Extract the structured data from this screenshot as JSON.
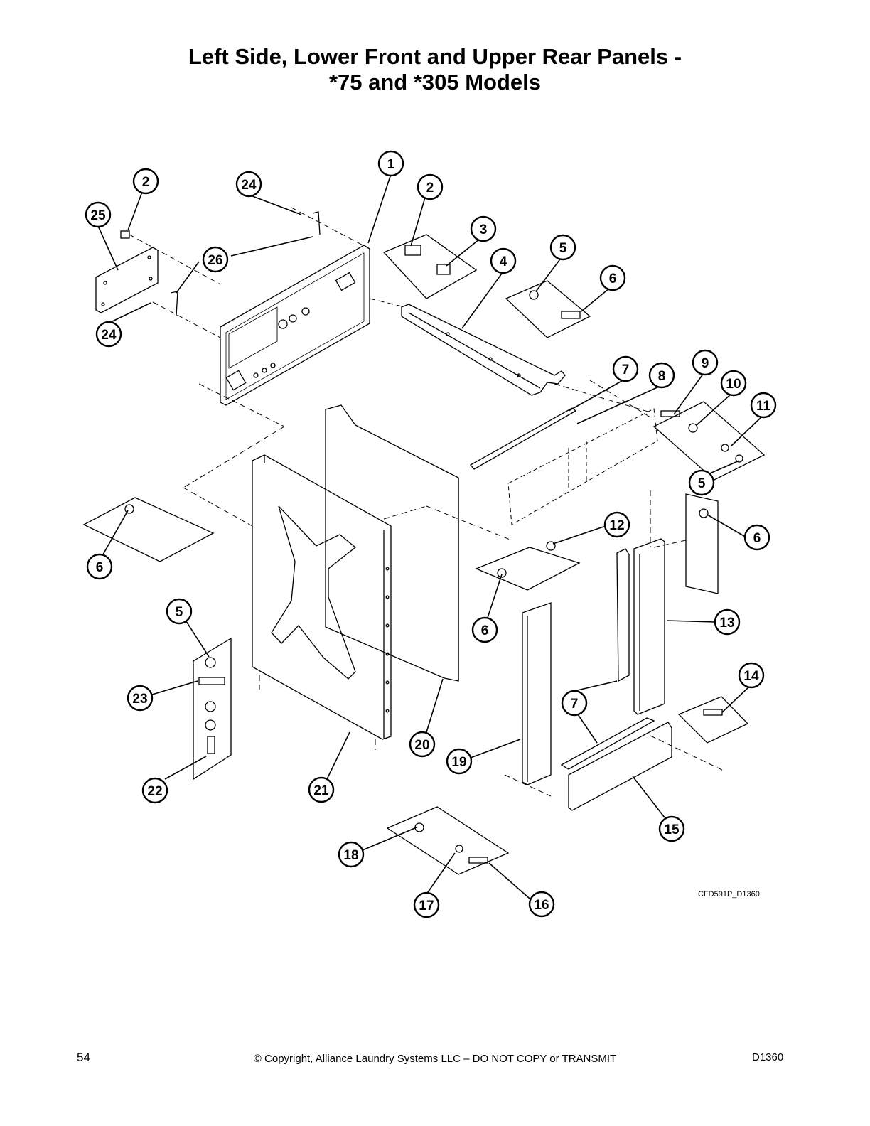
{
  "page": {
    "title_line1": "Left Side, Lower Front and Upper Rear Panels -",
    "title_line2": "*75 and *305 Models",
    "drawing_ref": "CFD591P_D1360",
    "page_number": "54",
    "copyright": "© Copyright, Alliance Laundry Systems LLC – DO NOT COPY or TRANSMIT",
    "doc_id": "D1360"
  },
  "callouts": [
    "1",
    "2",
    "2",
    "3",
    "4",
    "5",
    "5",
    "5",
    "6",
    "6",
    "6",
    "6",
    "7",
    "7",
    "8",
    "9",
    "10",
    "11",
    "12",
    "13",
    "14",
    "15",
    "16",
    "17",
    "18",
    "19",
    "20",
    "21",
    "22",
    "23",
    "24",
    "24",
    "25",
    "26"
  ]
}
